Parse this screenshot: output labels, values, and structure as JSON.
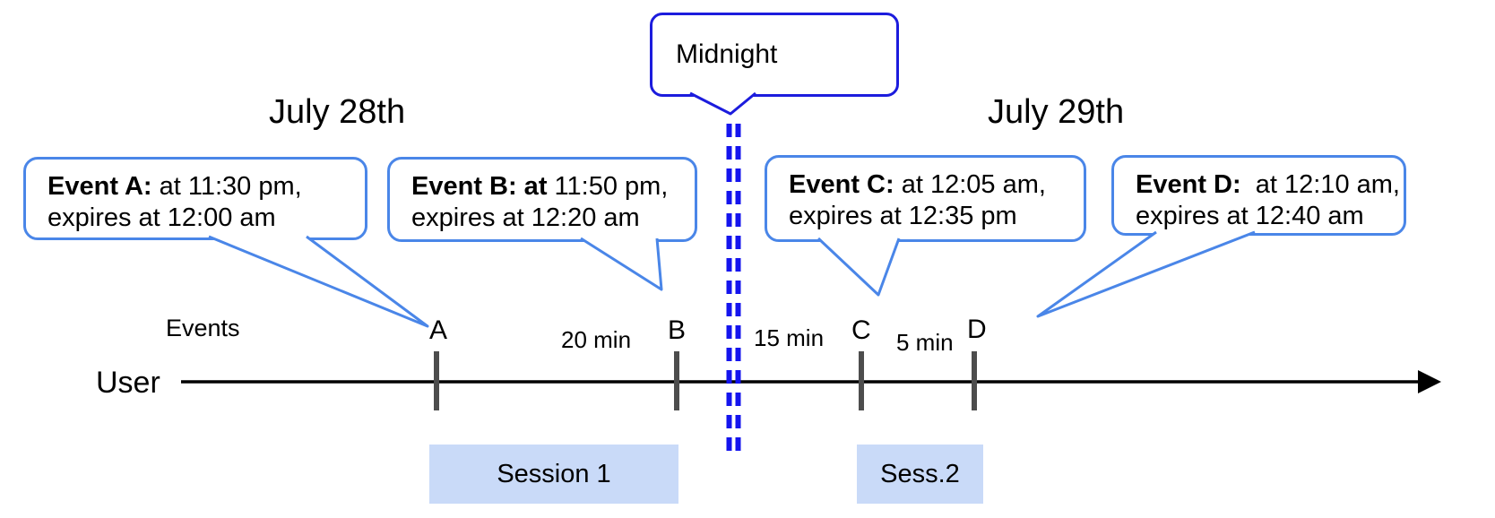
{
  "diagram": {
    "dates": {
      "left": "July 28th",
      "right": "July 29th"
    },
    "midnight": {
      "label": "Midnight"
    },
    "axis": {
      "events_label": "Events",
      "user_label": "User"
    },
    "events": [
      {
        "label": "A",
        "title_bold": "Event A:",
        "title_rest": " at 11:30 pm,",
        "line2": "expires at 12:00 am"
      },
      {
        "label": "B",
        "title_bold": "Event B: at",
        "title_rest": " 11:50 pm,",
        "line2": "expires at 12:20 am"
      },
      {
        "label": "C",
        "title_bold": "Event C:",
        "title_rest": " at 12:05 am,",
        "line2": "expires at 12:35 pm"
      },
      {
        "label": "D",
        "title_bold": "Event D:",
        "title_rest": "  at 12:10 am,",
        "line2": "expires at 12:40 am"
      }
    ],
    "intervals": [
      {
        "label": "20 min"
      },
      {
        "label": "15 min"
      },
      {
        "label": "5 min"
      }
    ],
    "sessions": [
      {
        "label": "Session 1"
      },
      {
        "label": "Sess.2"
      }
    ],
    "colors": {
      "event_callout_border": "#4a86e8",
      "midnight_border": "#1c1cdd",
      "midnight_dashes": "#1414ee",
      "session_fill": "#c9daf8",
      "tick_gray": "#4d4d4d",
      "timeline_black": "#000000"
    }
  }
}
